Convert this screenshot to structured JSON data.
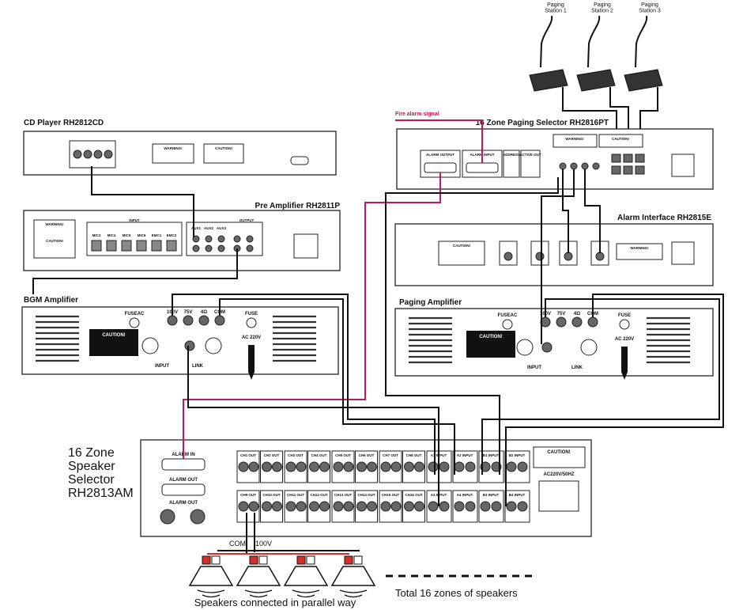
{
  "stations": [
    "Paging\nStation 1",
    "Paging\nStation 2",
    "Paging\nStation 3"
  ],
  "devices": {
    "cd_player": "CD Player RH2812CD",
    "pre_amp": "Pre Amplifier RH2811P",
    "paging_selector": "16 Zone Paging Selector RH2816PT",
    "alarm_interface": "Alarm Interface RH2815E",
    "bgm_amp": "BGM Amplifier",
    "paging_amp": "Paging Amplifier",
    "speaker_selector": [
      "16 Zone",
      "Speaker",
      "Selector",
      "RH2813AM"
    ]
  },
  "labels": {
    "fire_alarm": "Fire alarm signal",
    "warning": "WARNING!",
    "caution": "CAUTION!",
    "input": "INPUT",
    "output": "OUTPUT",
    "link": "LINK",
    "fuse_ac": "FUSEAC",
    "fuse": "FUSE",
    "v100": "100V",
    "v75": "75V",
    "ohm4": "4Ω",
    "com": "COM",
    "ac220": "AC 220V",
    "ac220_50hz": "AC220V/50HZ",
    "alarm_output": "ALARM OUTPUT",
    "alarm_input": "ALARM INPUT",
    "address": "ADDRESS",
    "active_out": "ACTIVE OUT",
    "alarm_in": "ALARM IN",
    "alarm_out": "ALARM OUT",
    "out_100v": "100V",
    "out_com": "COM"
  },
  "pre_inputs": [
    "MIC3",
    "MIC4",
    "MIC5",
    "MIC6",
    "EMC1",
    "EMC2"
  ],
  "pre_aux": [
    "AUX1",
    "AUX2",
    "AUX3"
  ],
  "channels_top": [
    "CH1 OUT",
    "CH2 OUT",
    "CH3 OUT",
    "CH4 OUT",
    "CH5 OUT",
    "CH6 OUT",
    "CH7 OUT",
    "CH8 OUT"
  ],
  "channels_bottom": [
    "CH9 OUT",
    "CH10 OUT",
    "CH11 OUT",
    "CH12 OUT",
    "CH13 OUT",
    "CH14 OUT",
    "CH15 OUT",
    "CH16 OUT"
  ],
  "input_groups_top": [
    "A1 INPUT",
    "A2 INPUT",
    "B1 INPUT",
    "B2 INPUT"
  ],
  "input_groups_bottom": [
    "A3 INPUT",
    "A4 INPUT",
    "B3 INPUT",
    "B4 INPUT"
  ],
  "footer": {
    "parallel": "Speakers connected in parallel way",
    "total": "Total 16 zones of speakers"
  },
  "colors": {
    "wire": "#111111",
    "alarm_wire": "#c2185b",
    "speaker_plus": "#d32f2f"
  }
}
